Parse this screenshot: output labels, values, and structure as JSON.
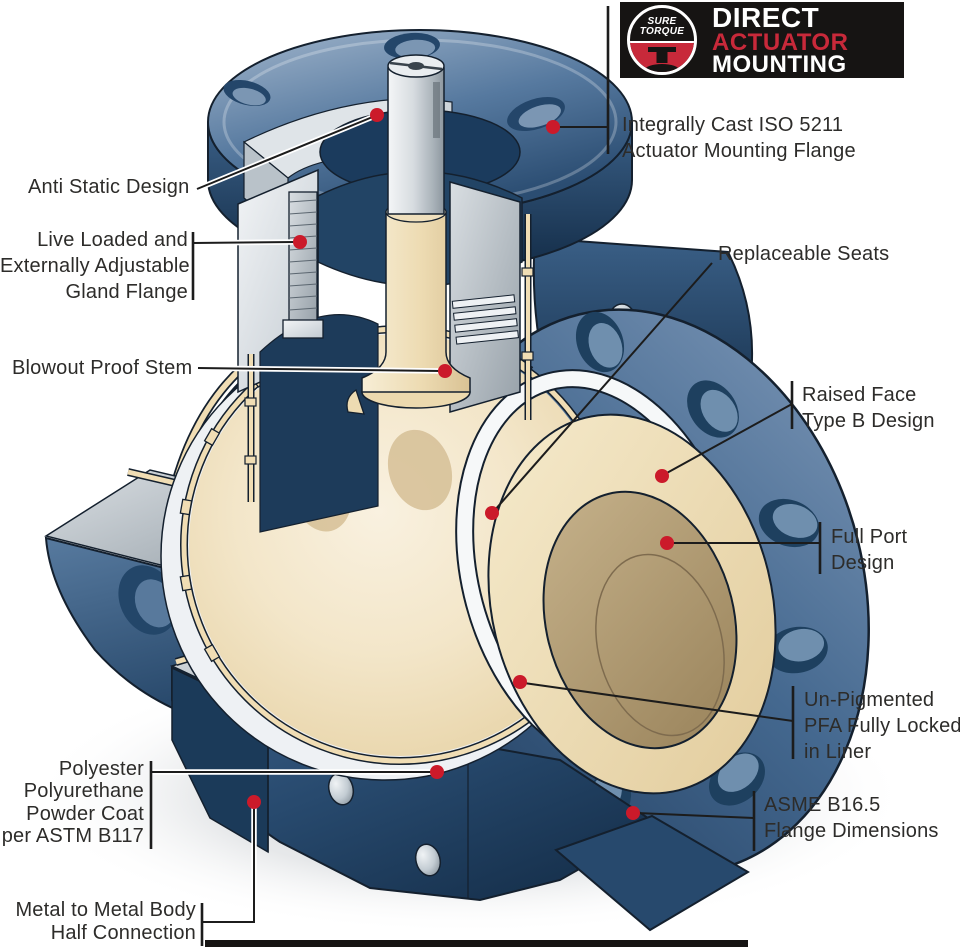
{
  "logo": {
    "emblem_lines": [
      "SURE",
      "TORQUE"
    ],
    "badge_lines": [
      "DIRECT",
      "ACTUATOR",
      "MOUNTING"
    ]
  },
  "labels": {
    "iso5211": {
      "lines": [
        "Integrally Cast ISO 5211",
        "Actuator Mounting Flange"
      ]
    },
    "anti_static": {
      "lines": [
        "Anti Static Design"
      ]
    },
    "live_loaded": {
      "lines": [
        "Live Loaded and",
        "Externally Adjustable",
        "Gland Flange"
      ]
    },
    "blowout": {
      "lines": [
        "Blowout Proof Stem"
      ]
    },
    "replaceable": {
      "lines": [
        "Replaceable Seats"
      ]
    },
    "raised_face": {
      "lines": [
        "Raised Face",
        "Type B Design"
      ]
    },
    "full_port": {
      "lines": [
        "Full Port",
        "Design"
      ]
    },
    "unpigmented": {
      "lines": [
        "Un-Pigmented",
        "PFA Fully Locked",
        "in Liner"
      ]
    },
    "asme": {
      "lines": [
        "ASME B16.5",
        "Flange Dimensions"
      ]
    },
    "powder_coat": {
      "lines": [
        "Polyester",
        "Polyurethane",
        "Powder Coat",
        "per ASTM B117"
      ]
    },
    "metal_to_metal": {
      "lines": [
        "Metal to Metal Body",
        "Half Connection"
      ]
    }
  },
  "colors": {
    "callout_dot_red": "#cb1a2a",
    "logo_red": "#c8293a",
    "logo_black": "#161413",
    "body_blue_dark": "#16304c",
    "body_blue_mid": "#2c4f74",
    "body_blue_light": "#7490b1",
    "liner_cream": "#f0ddb4",
    "ball_cream": "#f3e6c9",
    "bore_tan": "#b49e76",
    "metal_gray": "#d5dce2",
    "label_text": "#2d2c2a",
    "leader_line": "#1c1c1c"
  }
}
